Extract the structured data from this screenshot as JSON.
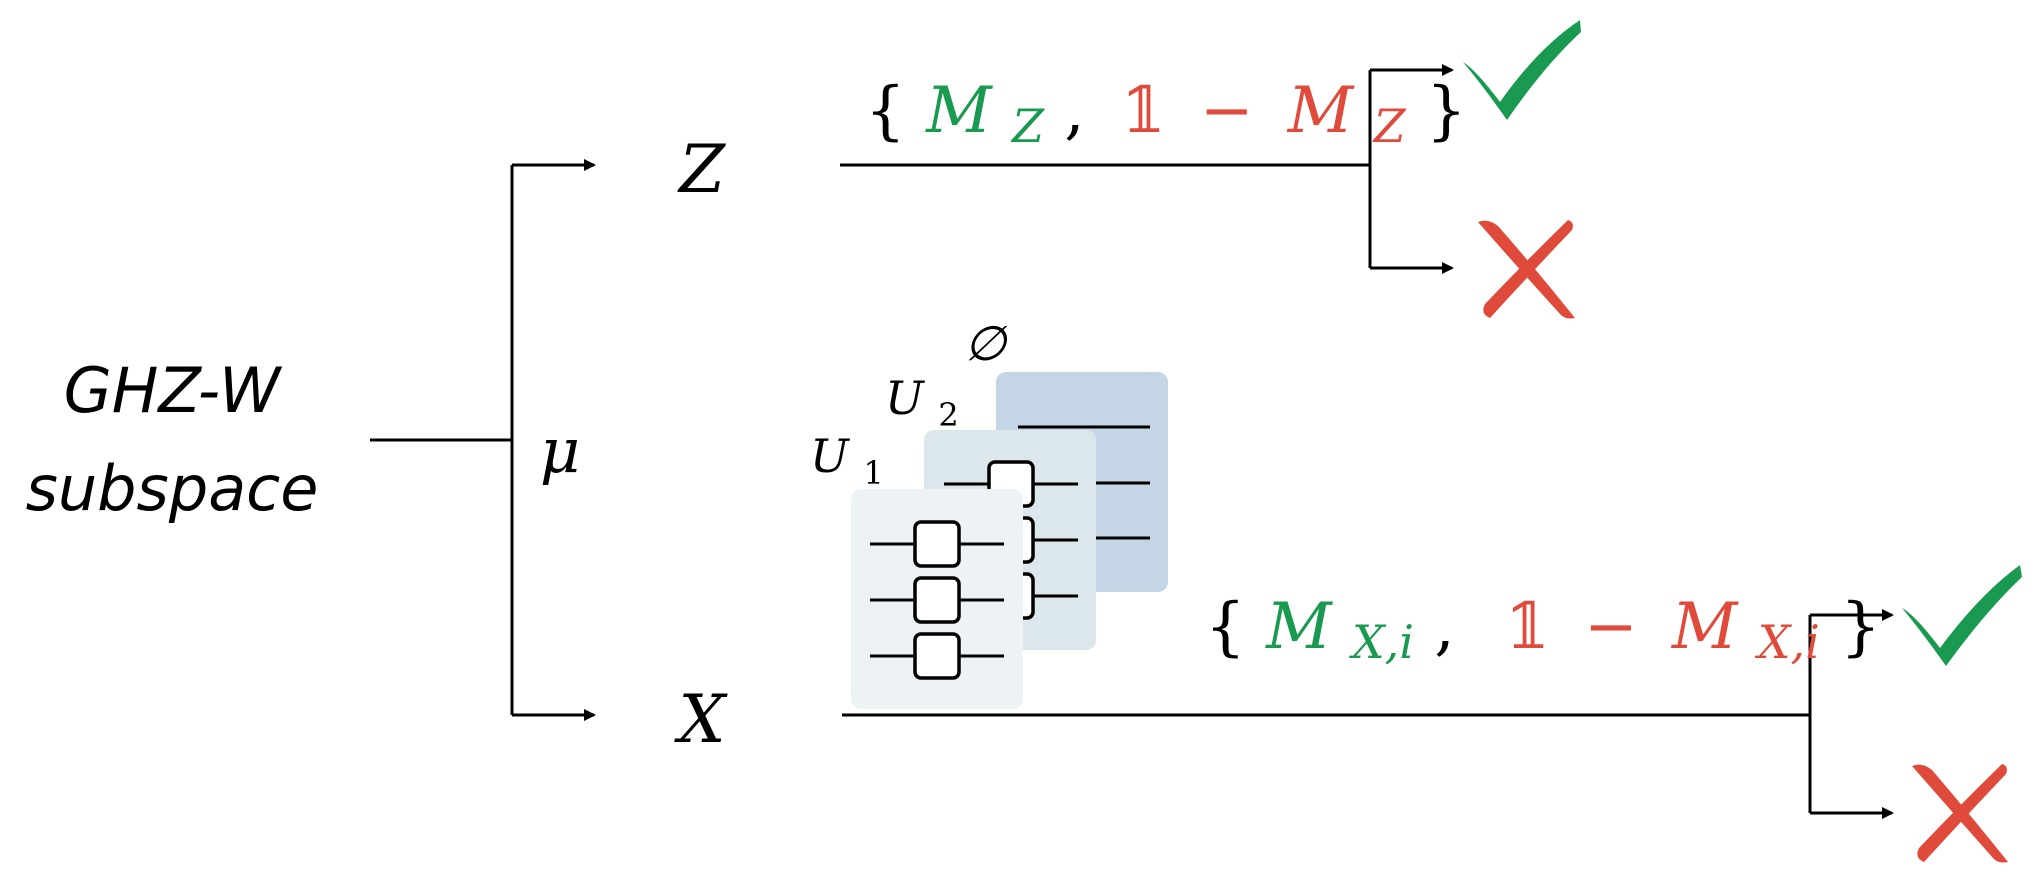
{
  "source": {
    "line1": "GHZ-W",
    "line2": "subspace"
  },
  "mu_label": "μ",
  "branches": {
    "top": {
      "label": "Z",
      "measurement": {
        "open": "{",
        "op_success": "M",
        "op_success_sub": "Z",
        "sep": ",",
        "identity": "𝟙",
        "minus": "−",
        "op_fail": "M",
        "op_fail_sub": "Z",
        "close": "}"
      }
    },
    "bottom": {
      "label": "X",
      "measurement": {
        "open": "{",
        "op_success": "M",
        "op_success_sub": "X,i",
        "sep": ",",
        "identity": "𝟙",
        "minus": "−",
        "op_fail": "M",
        "op_fail_sub": "X,i",
        "close": "}"
      }
    }
  },
  "circuit_cards": {
    "card_back": {
      "label": "∅"
    },
    "card_mid": {
      "label": "U",
      "sub": "2"
    },
    "card_front": {
      "label": "U",
      "sub": "1"
    }
  },
  "outcome_icons": {
    "success": "check-icon",
    "failure": "cross-icon"
  },
  "colors": {
    "success": "#1a9a50",
    "failure": "#e04a3a",
    "line": "#000000",
    "card_back": "#c4d5e5",
    "card_mid": "#dce7ec",
    "card_front": "#edf3f5"
  }
}
